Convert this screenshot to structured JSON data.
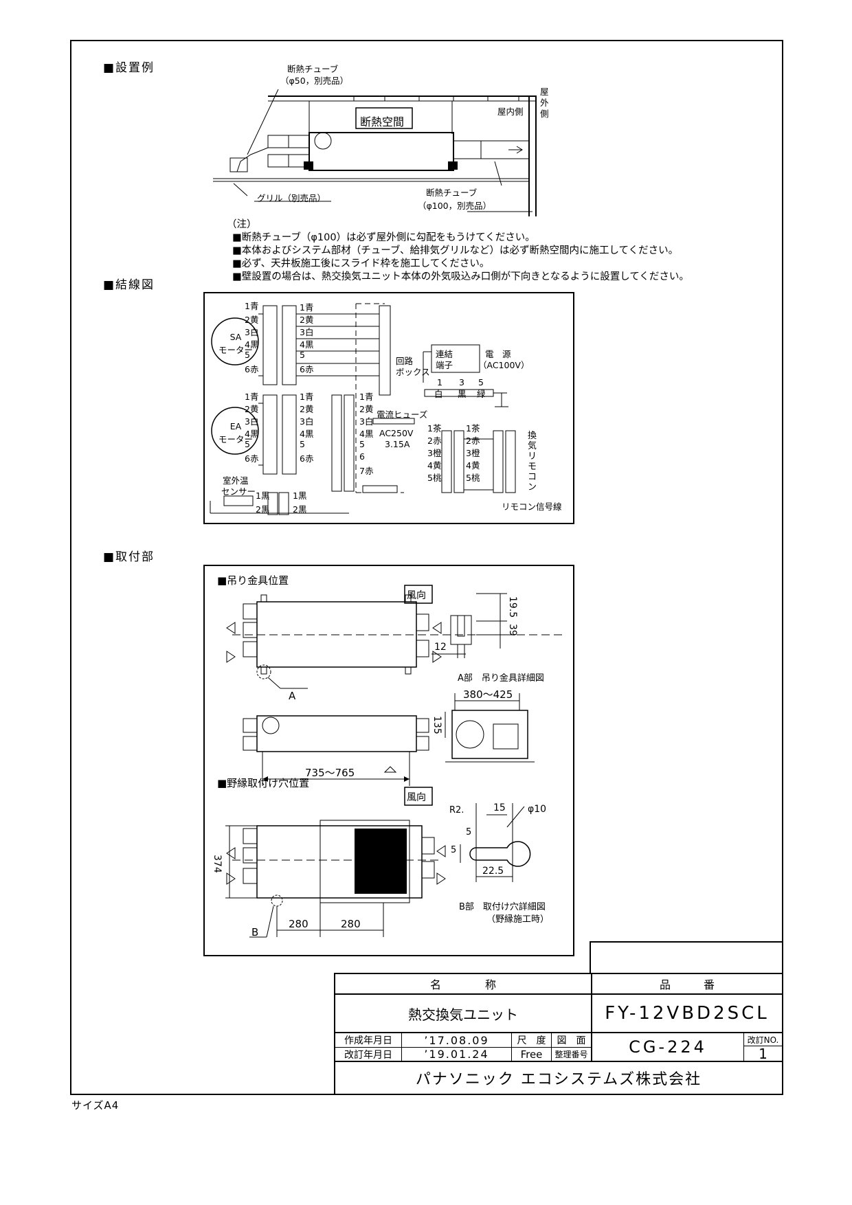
{
  "sections": {
    "install": "■設置例",
    "wiring": "■結線図",
    "mount": "■取付部"
  },
  "install_diagram": {
    "tube50": "断熱チューブ",
    "tube50_sub": "（φ50，別売品）",
    "insulated_space": "断熱空間",
    "indoor": "屋内側",
    "outdoor": "屋外側",
    "grille": "グリル（別売品）",
    "tube100": "断熱チューブ",
    "tube100_sub": "（φ100，別売品）"
  },
  "notes": {
    "head": "（注）",
    "items": [
      "■断熱チューブ（φ100）は必ず屋外側に勾配をもうけてください。",
      "■本体およびシステム部材（チューブ、給排気グリルなど）は必ず断熱空間内に施工してください。",
      "■必ず、天井板施工後にスライド枠を施工してください。",
      "■壁設置の場合は、熱交換気ユニット本体の外気吸込み口側が下向きとなるように設置してください。"
    ]
  },
  "wiring": {
    "sa_motor": [
      "SA",
      "モーター"
    ],
    "ea_motor": [
      "EA",
      "モーター"
    ],
    "sa_wires": [
      "1青",
      "2黄",
      "3白",
      "4黒",
      "5",
      "6赤"
    ],
    "ea_wires": [
      "1青",
      "2黄",
      "3白",
      "4黒",
      "5",
      "6赤"
    ],
    "ea_wires_b": [
      "1青",
      "2黄",
      "3白",
      "4黒",
      "5",
      "6",
      "7赤"
    ],
    "sensor": [
      "室外温",
      "センサー"
    ],
    "sensor_wires": [
      "1黒",
      "2黒"
    ],
    "circuit_box": [
      "回路",
      "ボックス"
    ],
    "terminal": [
      "連結",
      "端子"
    ],
    "power": [
      "電　源",
      "（AC100V）"
    ],
    "power_pins": [
      "1",
      "3",
      "5"
    ],
    "power_pin_colors": [
      "白",
      "黒",
      "緑"
    ],
    "fuse": "電流ヒューズ",
    "fuse_rating": [
      "AC250V",
      "3.15A"
    ],
    "remote_wires_a": [
      "1茶",
      "2赤",
      "3橙",
      "4黄",
      "5桃"
    ],
    "remote_wires_b": [
      "1茶",
      "2赤",
      "3橙",
      "4黄",
      "5桃"
    ],
    "remote": "換気リモコン",
    "remote_line": "リモコン信号線"
  },
  "mount": {
    "hanger_title": "■吊り金具位置",
    "flange_title": "■野縁取付け穴位置",
    "airflow": "風向",
    "detail_a": [
      "A部　吊り金具詳細図"
    ],
    "detail_b": [
      "B部　取付け穴詳細図",
      "（野縁施工時）"
    ],
    "label_a": "A",
    "label_b": "B",
    "dims": {
      "d19_5": "19.5",
      "d39": "39",
      "d12": "12",
      "d380_425": "380～425",
      "d135": "135",
      "d735_765": "735～765",
      "d374": "374",
      "d280a": "280",
      "d280b": "280",
      "dR2": "R2.",
      "d15": "15",
      "dphi10": "φ10",
      "d5a": "5",
      "d5b": "5",
      "d22_5": "22.5"
    }
  },
  "title_block": {
    "name_header": "名　　　　称",
    "number_header": "品　　　番",
    "product_name": "熱交換気ユニット",
    "product_number": "FY-12VBD2SCL",
    "created_label": "作成年月日",
    "created_date": "’17.08.09",
    "revised_label": "改訂年月日",
    "revised_date": "’19.01.24",
    "scale_label": "尺　度",
    "scale_value": "Free",
    "drawing_label_1": "図　面",
    "drawing_label_2": "整理番号",
    "drawing_number": "CG-224",
    "rev_label": "改訂NO.",
    "rev_value": "1",
    "company": "パナソニック エコシステムズ株式会社"
  },
  "footer": {
    "size": "サイズA4"
  }
}
